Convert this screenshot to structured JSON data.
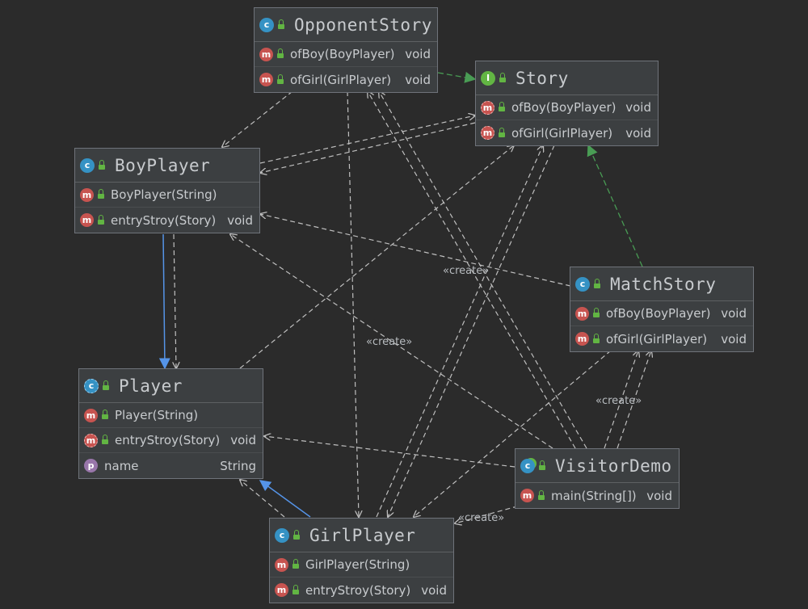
{
  "classes": {
    "opponent_story": {
      "name": "OpponentStory",
      "kind": "class",
      "methods": [
        {
          "name": "ofBoy(BoyPlayer)",
          "type": "void"
        },
        {
          "name": "ofGirl(GirlPlayer)",
          "type": "void"
        }
      ]
    },
    "story": {
      "name": "Story",
      "kind": "interface",
      "methods": [
        {
          "name": "ofBoy(BoyPlayer)",
          "type": "void"
        },
        {
          "name": "ofGirl(GirlPlayer)",
          "type": "void"
        }
      ]
    },
    "boy_player": {
      "name": "BoyPlayer",
      "kind": "class",
      "methods": [
        {
          "name": "BoyPlayer(String)",
          "type": ""
        },
        {
          "name": "entryStroy(Story)",
          "type": "void"
        }
      ]
    },
    "match_story": {
      "name": "MatchStory",
      "kind": "class",
      "methods": [
        {
          "name": "ofBoy(BoyPlayer)",
          "type": "void"
        },
        {
          "name": "ofGirl(GirlPlayer)",
          "type": "void"
        }
      ]
    },
    "player": {
      "name": "Player",
      "kind": "abstract class",
      "methods": [
        {
          "name": "Player(String)",
          "type": ""
        },
        {
          "name": "entryStroy(Story)",
          "type": "void"
        }
      ],
      "fields": [
        {
          "name": "name",
          "type": "String"
        }
      ]
    },
    "visitor_demo": {
      "name": "VisitorDemo",
      "kind": "main class",
      "methods": [
        {
          "name": "main(String[])",
          "type": "void"
        }
      ]
    },
    "girl_player": {
      "name": "GirlPlayer",
      "kind": "class",
      "methods": [
        {
          "name": "GirlPlayer(String)",
          "type": ""
        },
        {
          "name": "entryStroy(Story)",
          "type": "void"
        }
      ]
    }
  },
  "badges": {
    "class": "c",
    "interface": "I",
    "abstract": "c",
    "main": "c",
    "method": "m",
    "field": "p"
  },
  "edge_labels": {
    "create_1": "«create»",
    "create_2": "«create»",
    "create_3": "«create»",
    "create_4": "«create»"
  },
  "colors": {
    "background": "#2b2b2b",
    "class_fill": "#3c3f41",
    "dependency": "#bfbfbf",
    "realization": "#499c54",
    "generalization": "#5594e8"
  }
}
